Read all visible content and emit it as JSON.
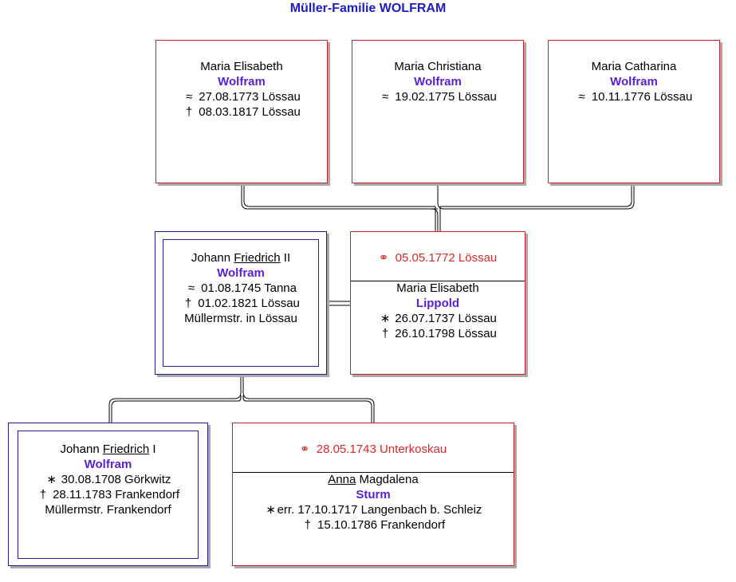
{
  "colors": {
    "surname": "#5a1fd1",
    "title": "#1c1cc4",
    "marriage": "#d42b2b",
    "red_border": "#c0282d",
    "blue_border": "#1f1f8f"
  },
  "title": "Müller-Familie WOLFRAM",
  "children": [
    {
      "given": "Maria Elisabeth",
      "surname": "Wolfram",
      "events": [
        {
          "sym": "≈",
          "text": "27.08.1773 Lössau"
        },
        {
          "sym": "†",
          "text": "08.03.1817 Lössau"
        }
      ]
    },
    {
      "given": "Maria Christiana",
      "surname": "Wolfram",
      "events": [
        {
          "sym": "≈",
          "text": "19.02.1775 Lössau"
        }
      ]
    },
    {
      "given": "Maria Catharina",
      "surname": "Wolfram",
      "events": [
        {
          "sym": "≈",
          "text": "10.11.1776 Lössau"
        }
      ]
    }
  ],
  "father": {
    "given_pre": "Johann ",
    "given_call": "Friedrich",
    "given_post": " II",
    "surname": "Wolfram",
    "events": [
      {
        "sym": "≈",
        "text": "01.08.1745 Tanna"
      },
      {
        "sym": "†",
        "text": "01.02.1821 Lössau"
      }
    ],
    "note": "Müllermstr. in Lössau"
  },
  "mother": {
    "marriage_icon": "⚭",
    "marriage": "05.05.1772 Lössau",
    "given": "Maria Elisabeth",
    "surname": "Lippold",
    "events": [
      {
        "sym": "∗",
        "text": "26.07.1737 Lössau"
      },
      {
        "sym": "†",
        "text": "26.10.1798 Lössau"
      }
    ]
  },
  "grandfather": {
    "given_pre": "Johann ",
    "given_call": "Friedrich",
    "given_post": " I",
    "surname": "Wolfram",
    "events": [
      {
        "sym": "∗",
        "text": "30.08.1708 Görkwitz"
      },
      {
        "sym": "†",
        "text": "28.11.1783 Frankendorf"
      }
    ],
    "note": "Müllermstr. Frankendorf"
  },
  "grandmother": {
    "marriage_icon": "⚭",
    "marriage": "28.05.1743 Unterkoskau",
    "given_call": "Anna",
    "given_post": " Magdalena",
    "surname": "Sturm",
    "events": [
      {
        "sym": "∗",
        "text": "err. 17.10.1717 Langenbach b. Schleiz"
      },
      {
        "sym": "†",
        "text": "15.10.1786 Frankendorf"
      }
    ]
  }
}
